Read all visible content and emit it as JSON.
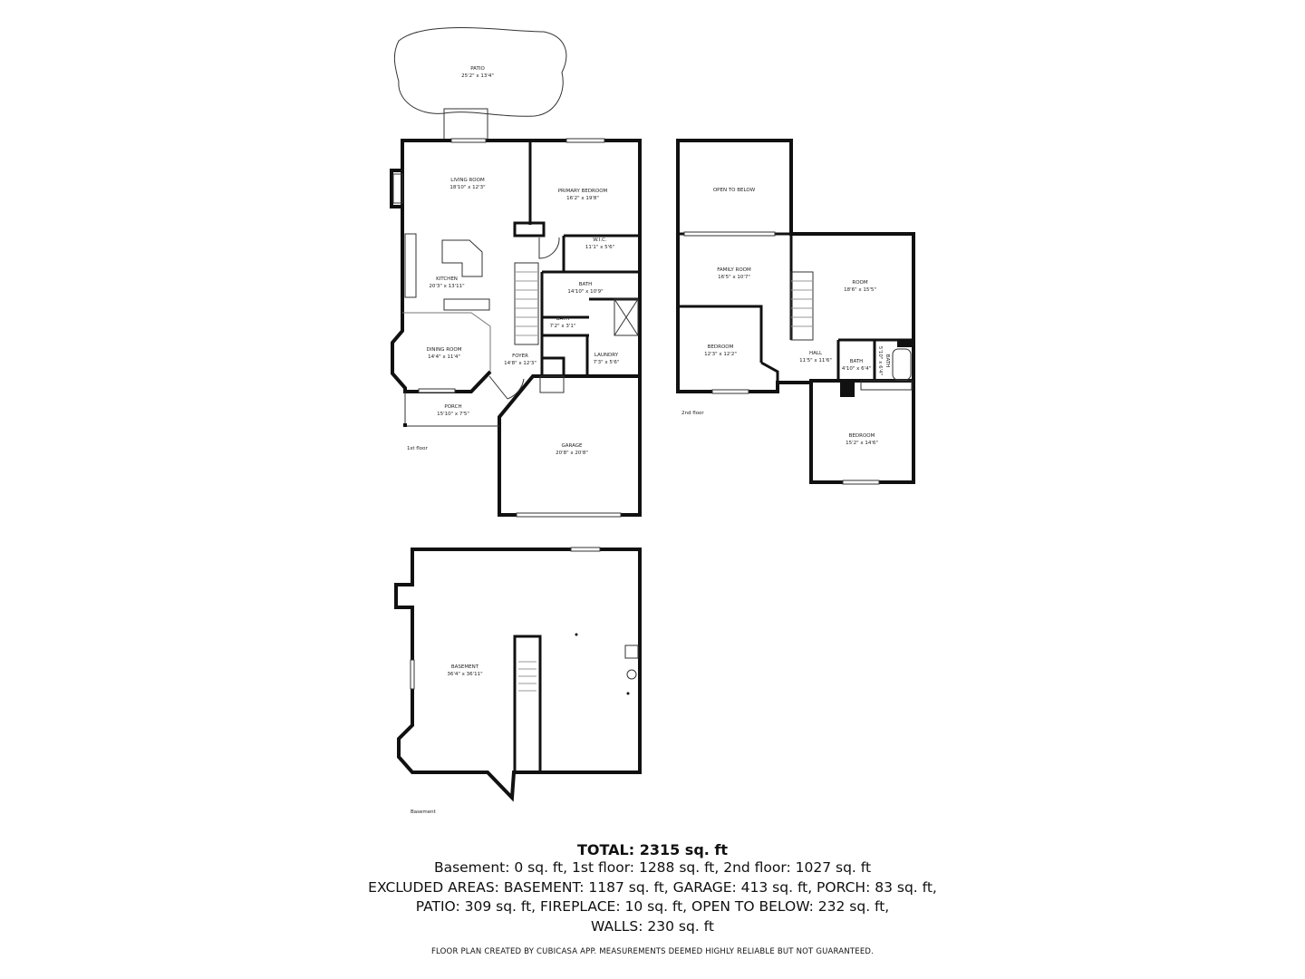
{
  "floors": {
    "first": {
      "label": "1st floor",
      "rooms": [
        {
          "name": "PATIO",
          "size": "25'2\" x 13'4\""
        },
        {
          "name": "LIVING ROOM",
          "size": "18'10\" x 12'3\""
        },
        {
          "name": "PRIMARY BEDROOM",
          "size": "16'2\" x 19'8\""
        },
        {
          "name": "W.I.C.",
          "size": "11'1\" x 5'6\""
        },
        {
          "name": "KITCHEN",
          "size": "20'3\" x 13'11\""
        },
        {
          "name": "BATH",
          "size": "14'10\" x 10'9\""
        },
        {
          "name": "BATH",
          "size": "7'2\" x 3'1\""
        },
        {
          "name": "DINING ROOM",
          "size": "14'4\" x 11'4\""
        },
        {
          "name": "FOYER",
          "size": "14'8\" x 12'3\""
        },
        {
          "name": "LAUNDRY",
          "size": "7'3\" x 5'6\""
        },
        {
          "name": "PORCH",
          "size": "15'10\" x 7'5\""
        },
        {
          "name": "GARAGE",
          "size": "20'8\" x 20'8\""
        }
      ]
    },
    "second": {
      "label": "2nd floor",
      "rooms": [
        {
          "name": "OPEN TO BELOW",
          "size": ""
        },
        {
          "name": "FAMILY ROOM",
          "size": "16'5\" x 10'7\""
        },
        {
          "name": "ROOM",
          "size": "18'6\" x 15'5\""
        },
        {
          "name": "BEDROOM",
          "size": "12'3\" x 12'2\""
        },
        {
          "name": "HALL",
          "size": "11'5\" x 11'6\""
        },
        {
          "name": "BATH",
          "size": "4'10\" x 6'4\""
        },
        {
          "name": "BATH",
          "size": "5'10\" x 6'4\""
        },
        {
          "name": "BEDROOM",
          "size": "15'2\" x 14'6\""
        }
      ]
    },
    "basement": {
      "label": "Basement",
      "rooms": [
        {
          "name": "BASEMENT",
          "size": "36'4\" x 36'11\""
        }
      ]
    }
  },
  "summary": {
    "total": "TOTAL: 2315 sq. ft",
    "lines": [
      "Basement: 0 sq. ft, 1st floor: 1288 sq. ft, 2nd floor: 1027 sq. ft",
      "EXCLUDED AREAS: BASEMENT: 1187 sq. ft, GARAGE: 413 sq. ft, PORCH: 83 sq. ft,",
      "PATIO: 309 sq. ft, FIREPLACE: 10 sq. ft, OPEN TO BELOW: 232 sq. ft,",
      "WALLS: 230 sq. ft"
    ],
    "footer": "FLOOR PLAN CREATED BY CUBICASA APP. MEASUREMENTS DEEMED HIGHLY RELIABLE BUT NOT GUARANTEED."
  }
}
